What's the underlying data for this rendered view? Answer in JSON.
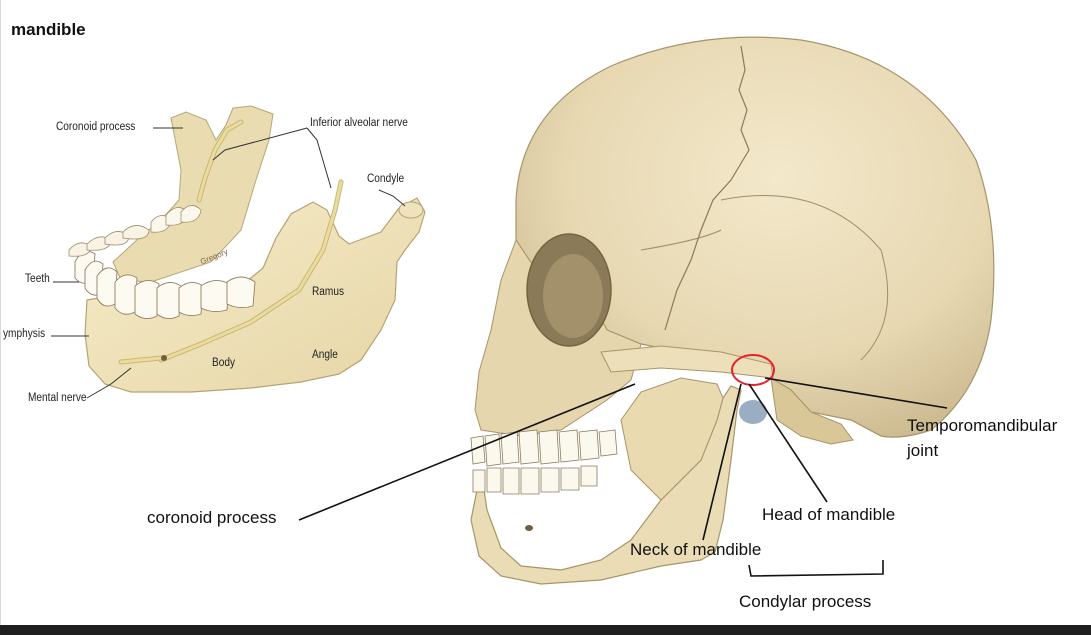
{
  "title": "mandible",
  "mandible_labels": {
    "coronoid_process": "Coronoid process",
    "inferior_alveolar_nerve": "Inferior alveolar nerve",
    "condyle": "Condyle",
    "teeth": "Teeth",
    "ramus": "Ramus",
    "symphysis": "ymphysis",
    "angle": "Angle",
    "body": "Body",
    "mental_nerve": "Mental nerve",
    "signature": "Gregory"
  },
  "skull_labels": {
    "temporomandibular_joint_line1": "Temporomandibular",
    "temporomandibular_joint_line2": "joint",
    "coronoid_process": "coronoid process",
    "head_of_mandible": "Head of mandible",
    "neck_of_mandible": "Neck of mandible",
    "condylar_process": "Condylar process"
  },
  "colors": {
    "bone": "#ede0bd",
    "bone_shadow": "#c9b88f",
    "nerve": "#d8c98a",
    "highlight_circle": "#e8202a",
    "bottom_bar": "#1f1f1f"
  }
}
